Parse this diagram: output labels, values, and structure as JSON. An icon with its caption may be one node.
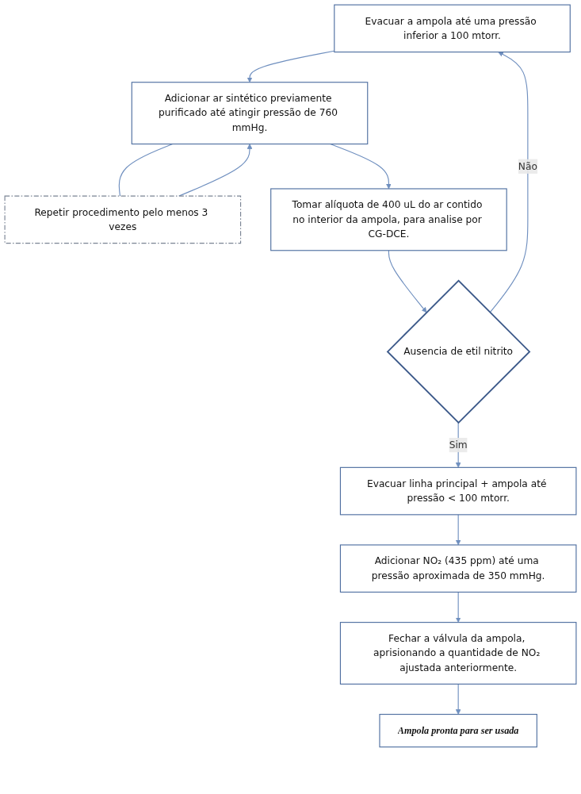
{
  "diagram": {
    "nodes": [
      {
        "text": [
          "Evacuar a ampola até uma pressão inferior a 100 mtorr."
        ]
      },
      {
        "text": [
          "Adicionar ar sintético previamente purificado até atingir pressão de 760 mmHg."
        ]
      },
      {
        "text": [
          "Repetir procedimento pelo menos 3 vezes"
        ]
      },
      {
        "text": [
          "Tomar alíquota de 400 uL do ar contido no interior da ampola, para analise por CG-DCE."
        ]
      },
      {
        "text": [
          "Ausencia de etil nitrito"
        ]
      },
      {
        "text": [
          "Evacuar linha principal + ampola até pressão < 100 mtorr."
        ]
      },
      {
        "text": [
          "Adicionar NO₂ (435 ppm) até uma pressão aproximada de 350 mmHg."
        ]
      },
      {
        "text": [
          "Fechar a válvula da ampola, aprisionando a quantidade de NO₂ ajustada anteriormente."
        ]
      },
      {
        "text": [
          "Ampola pronta para ser usada"
        ]
      }
    ],
    "edges": [
      {
        "from": 0,
        "to": 1,
        "arrow": "to"
      },
      {
        "from": 1,
        "to": 3,
        "arrow": "to"
      },
      {
        "from": 1,
        "to": 2,
        "arrow": "none"
      },
      {
        "from": 2,
        "to": 1,
        "arrow": "to"
      },
      {
        "from": 3,
        "to": 4,
        "arrow": "to"
      },
      {
        "from": 4,
        "to": 0,
        "label": "Não",
        "arrow": "to"
      },
      {
        "from": 4,
        "to": 5,
        "label": "Sim",
        "arrow": "to"
      },
      {
        "from": 5,
        "to": 6,
        "arrow": "to"
      },
      {
        "from": 6,
        "to": 7,
        "arrow": "to"
      },
      {
        "from": 7,
        "to": 8,
        "arrow": "to"
      }
    ]
  }
}
